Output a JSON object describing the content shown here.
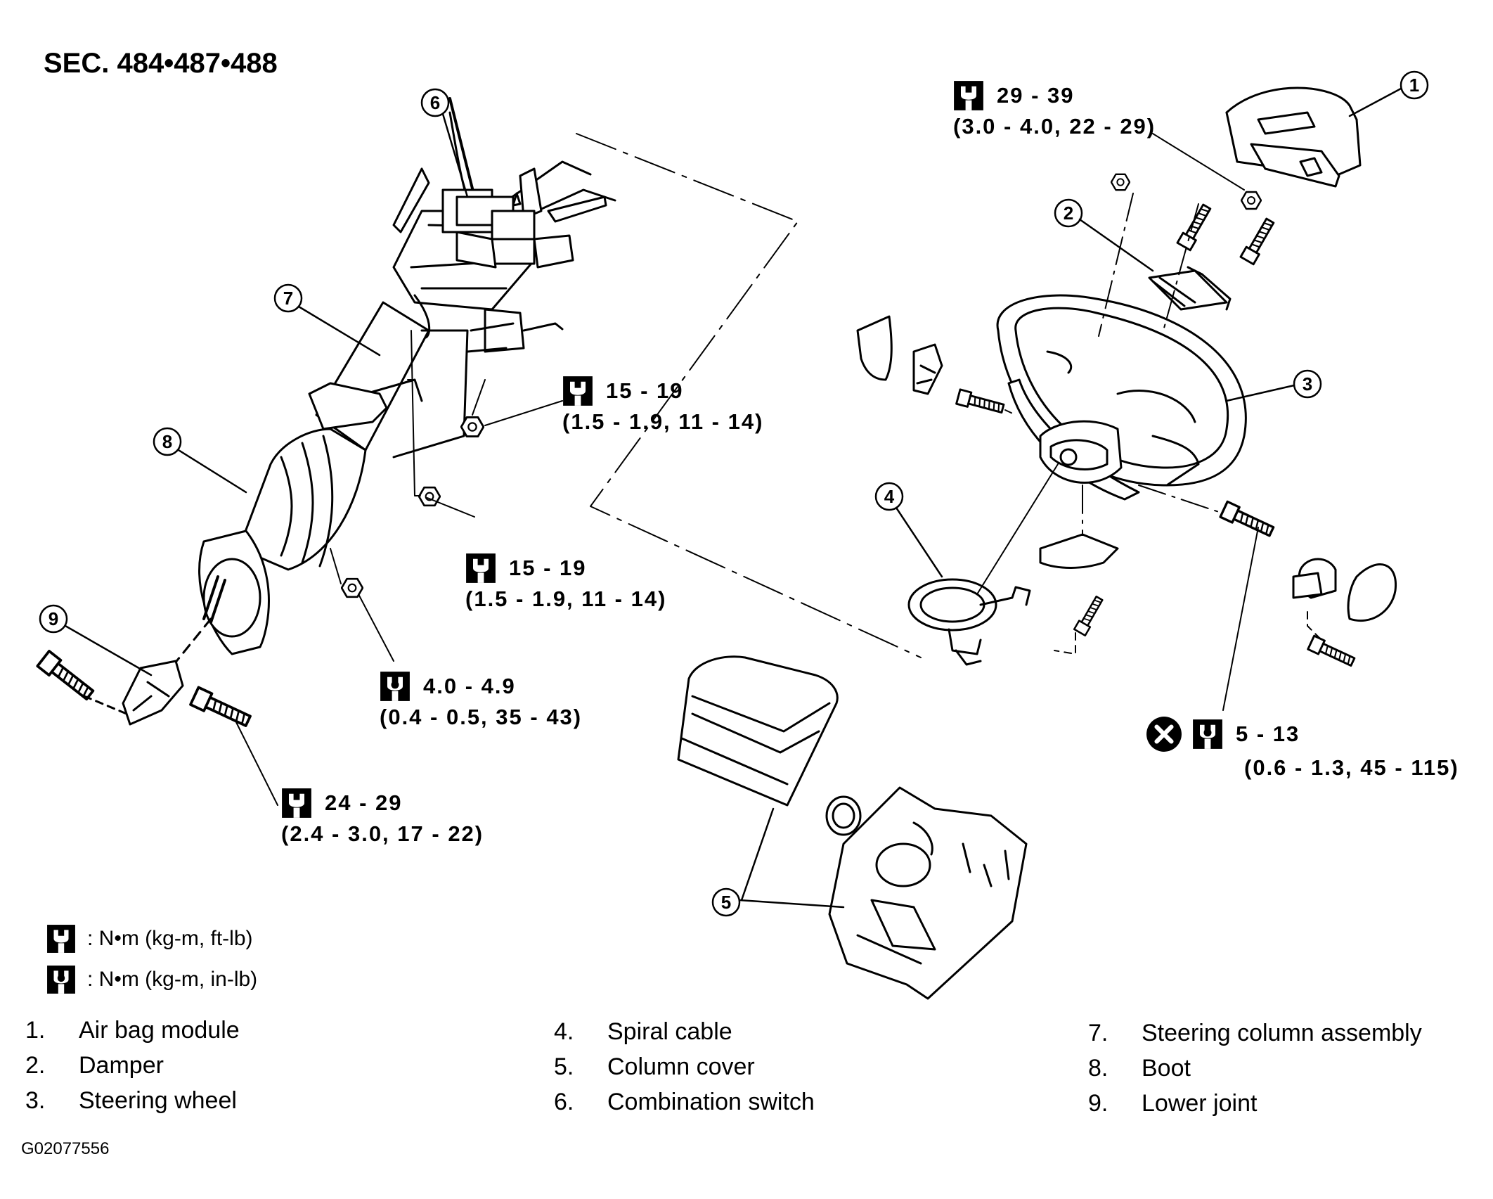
{
  "title": "SEC. 484•487•488",
  "callouts": [
    "1",
    "2",
    "3",
    "4",
    "5",
    "6",
    "7",
    "8",
    "9"
  ],
  "torque_specs": [
    {
      "id": "spec-29-39",
      "icon": "wrench-ft-lb-icon",
      "value": "29 - 39",
      "sub": "(3.0 - 4.0, 22 - 29)"
    },
    {
      "id": "spec-15-19-upper",
      "icon": "wrench-ft-lb-icon",
      "value": "15 - 19",
      "sub": "(1.5 - 1.9, 11 - 14)"
    },
    {
      "id": "spec-15-19-lower",
      "icon": "wrench-ft-lb-icon",
      "value": "15 - 19",
      "sub": "(1.5 - 1.9, 11 - 14)"
    },
    {
      "id": "spec-4-4.9",
      "icon": "wrench-in-lb-icon",
      "value": "4.0 - 4.9",
      "sub": "(0.4 - 0.5, 35 - 43)"
    },
    {
      "id": "spec-24-29",
      "icon": "wrench-ft-lb-icon",
      "value": "24 - 29",
      "sub": "(2.4 - 3.0, 17 - 22)"
    },
    {
      "id": "spec-5-13",
      "icon": "wrench-in-lb-icon",
      "value": "5 - 13",
      "sub": "(0.6 - 1.3, 45 - 115)",
      "extra_icon": "do-not-reuse-icon"
    }
  ],
  "legend": [
    {
      "icon": "wrench-ft-lb-icon",
      "text": ": N•m (kg-m, ft-lb)"
    },
    {
      "icon": "wrench-in-lb-icon",
      "text": ": N•m (kg-m, in-lb)"
    }
  ],
  "parts": [
    {
      "num": "1.",
      "name": "Air bag module"
    },
    {
      "num": "2.",
      "name": "Damper"
    },
    {
      "num": "3.",
      "name": "Steering wheel"
    },
    {
      "num": "4.",
      "name": "Spiral cable"
    },
    {
      "num": "5.",
      "name": "Column cover"
    },
    {
      "num": "6.",
      "name": "Combination switch"
    },
    {
      "num": "7.",
      "name": "Steering column assembly"
    },
    {
      "num": "8.",
      "name": "Boot"
    },
    {
      "num": "9.",
      "name": "Lower joint"
    }
  ],
  "figure_ref": "G02077556"
}
